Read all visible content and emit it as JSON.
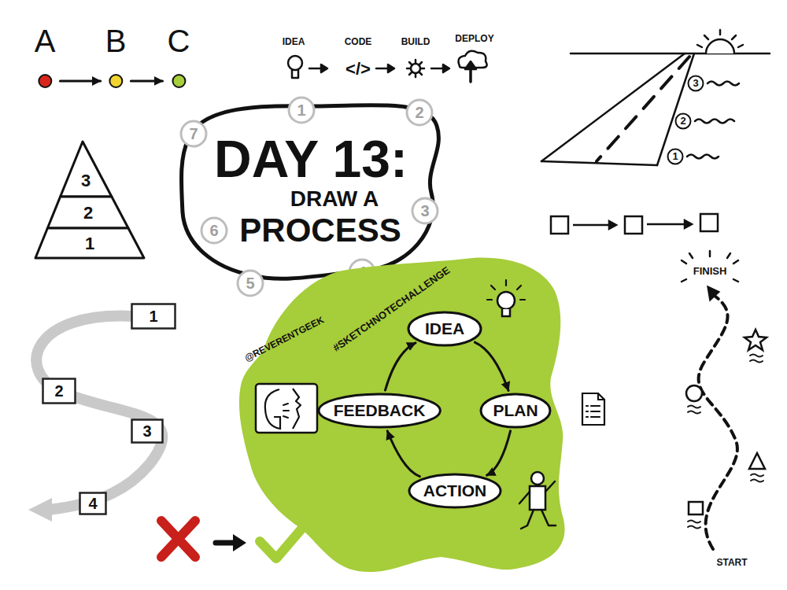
{
  "diagram": {
    "nodes": [
      {
        "text": [
          "A"
        ]
      },
      {
        "text": [
          "B"
        ]
      },
      {
        "text": [
          "C"
        ]
      },
      {
        "text": [
          "DAY 13:",
          "DRAW A",
          "PROCESS"
        ]
      },
      {
        "text": [
          "1"
        ]
      },
      {
        "text": [
          "2"
        ]
      },
      {
        "text": [
          "3"
        ]
      },
      {
        "text": [
          "4"
        ]
      },
      {
        "text": [
          "5"
        ]
      },
      {
        "text": [
          "6"
        ]
      },
      {
        "text": [
          "7"
        ]
      },
      {
        "text": [
          "3"
        ]
      },
      {
        "text": [
          "2"
        ]
      },
      {
        "text": [
          "1"
        ]
      },
      {
        "text": [
          "3"
        ]
      },
      {
        "text": [
          "2"
        ]
      },
      {
        "text": [
          "1"
        ]
      },
      {
        "text": [
          "1"
        ]
      },
      {
        "text": [
          "2"
        ]
      },
      {
        "text": [
          "3"
        ]
      },
      {
        "text": [
          "4"
        ]
      },
      {
        "text": [
          "@REVERENTGEEK",
          "#SKETCHNOTECHALLENGE"
        ]
      },
      {
        "text": [
          "IDEA"
        ],
        "in": 21
      },
      {
        "text": [
          "PLAN"
        ],
        "in": 21
      },
      {
        "text": [
          "ACTION"
        ],
        "in": 21
      },
      {
        "text": [
          "FEEDBACK"
        ],
        "in": 21
      }
    ],
    "edges": [
      {
        "from": 0,
        "to": 1,
        "arrow": "to"
      },
      {
        "from": 1,
        "to": 2,
        "arrow": "to"
      },
      {
        "from": 22,
        "to": 23,
        "arrow": "to"
      },
      {
        "from": 23,
        "to": 24,
        "arrow": "to"
      },
      {
        "from": 24,
        "to": 25,
        "arrow": "to"
      },
      {
        "from": 25,
        "to": 22,
        "arrow": "to"
      }
    ],
    "labels": [
      "IDEA",
      "CODE",
      "BUILD",
      "DEPLOY",
      "</>",
      "FINISH",
      "START"
    ]
  }
}
